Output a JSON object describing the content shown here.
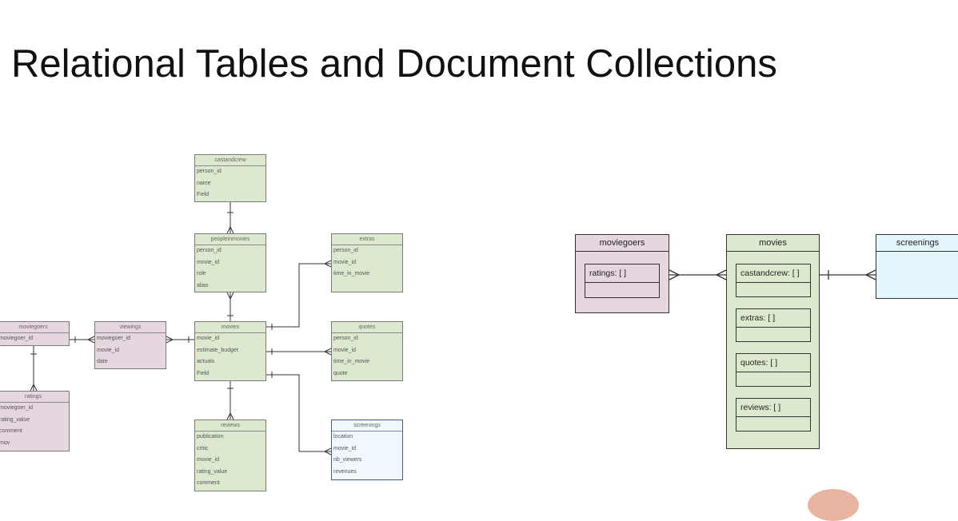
{
  "title": "Relational Tables and Document Collections",
  "colors": {
    "relational_green": "#dde9cf",
    "relational_pink": "#e5d6e0",
    "relational_blue": "#eff8fc",
    "line": "#333333"
  },
  "relational": {
    "castandcrew": {
      "name": "castandcrew",
      "fields": [
        "person_id",
        "name",
        "Field"
      ]
    },
    "peopleinmovies": {
      "name": "peopleinmovies",
      "fields": [
        "person_id",
        "movie_id",
        "role",
        "alias"
      ]
    },
    "extras": {
      "name": "extras",
      "fields": [
        "person_id",
        "movie_id",
        "time_in_movie"
      ]
    },
    "moviegoers": {
      "name": "moviegoers",
      "fields": [
        "moviegoer_id"
      ]
    },
    "viewings": {
      "name": "viewings",
      "fields": [
        "moviegoer_id",
        "movie_id",
        "date"
      ]
    },
    "movies": {
      "name": "movies",
      "fields": [
        "movie_id",
        "estimate_budget",
        "actuals",
        "Field"
      ]
    },
    "quotes": {
      "name": "quotes",
      "fields": [
        "person_id",
        "movie_id",
        "time_in_movie",
        "quote"
      ]
    },
    "ratings": {
      "name": "ratings",
      "fields": [
        "moviegoer_id",
        "rating_value",
        "comment",
        "mov"
      ]
    },
    "reviews": {
      "name": "reviews",
      "fields": [
        "publication",
        "critic",
        "movie_id",
        "rating_value",
        "comment"
      ]
    },
    "screenings": {
      "name": "screenings",
      "fields": [
        "location",
        "movie_id",
        "nb_viewers",
        "revenues"
      ]
    }
  },
  "documents": {
    "moviegoers": {
      "name": "moviegoers",
      "embedded": [
        "ratings: [ ]"
      ]
    },
    "movies": {
      "name": "movies",
      "embedded": [
        "castandcrew: [ ]",
        "extras: [ ]",
        "quotes: [ ]",
        "reviews: [ ]"
      ]
    },
    "screenings": {
      "name": "screenings"
    }
  }
}
